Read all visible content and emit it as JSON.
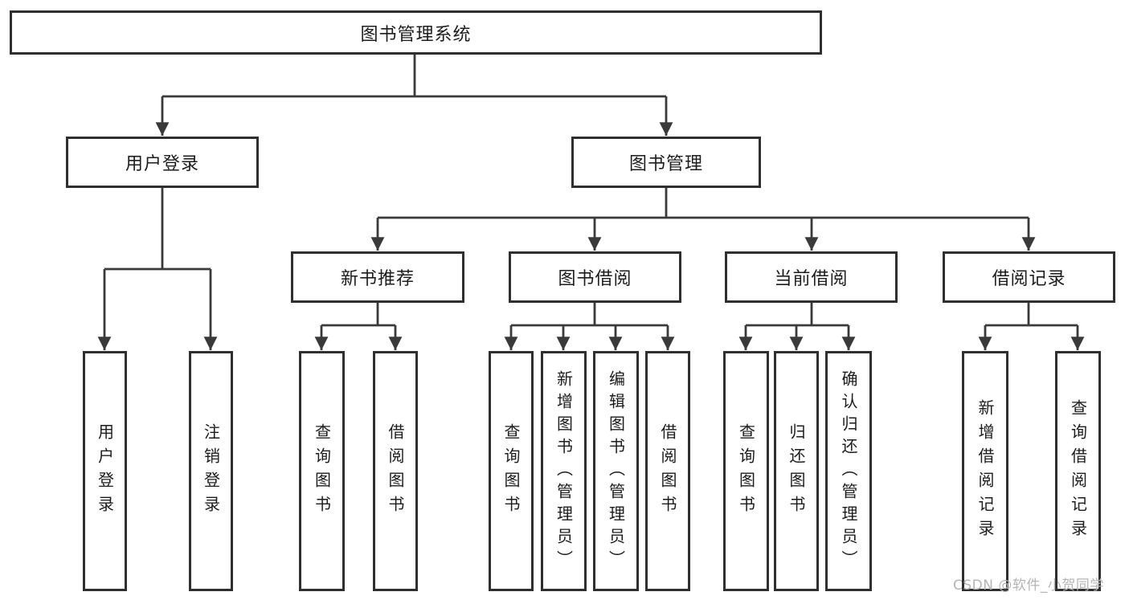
{
  "diagram_title": "图书管理系统",
  "colors": {
    "line": "#3a3a3a",
    "box_border": "#2f2f2f",
    "text": "#1c1c1c",
    "watermark": "#b4b4b4",
    "background": "#ffffff"
  },
  "watermark": {
    "text": "CSDN @软件_小贺同学"
  },
  "tree": {
    "root": {
      "label": "图书管理系统",
      "children": [
        {
          "label": "用户登录",
          "children": [
            {
              "label": "用户登录"
            },
            {
              "label": "注销登录"
            }
          ]
        },
        {
          "label": "图书管理",
          "children": [
            {
              "label": "新书推荐",
              "children": [
                {
                  "label": "查询图书"
                },
                {
                  "label": "借阅图书"
                }
              ]
            },
            {
              "label": "图书借阅",
              "children": [
                {
                  "label": "查询图书"
                },
                {
                  "label": "新增图书（管理员）"
                },
                {
                  "label": "编辑图书（管理员）"
                },
                {
                  "label": "借阅图书"
                }
              ]
            },
            {
              "label": "当前借阅",
              "children": [
                {
                  "label": "查询图书"
                },
                {
                  "label": "归还图书"
                },
                {
                  "label": "确认归还（管理员）"
                }
              ]
            },
            {
              "label": "借阅记录",
              "children": [
                {
                  "label": "新增借阅记录"
                },
                {
                  "label": "查询借阅记录"
                }
              ]
            }
          ]
        }
      ]
    }
  }
}
